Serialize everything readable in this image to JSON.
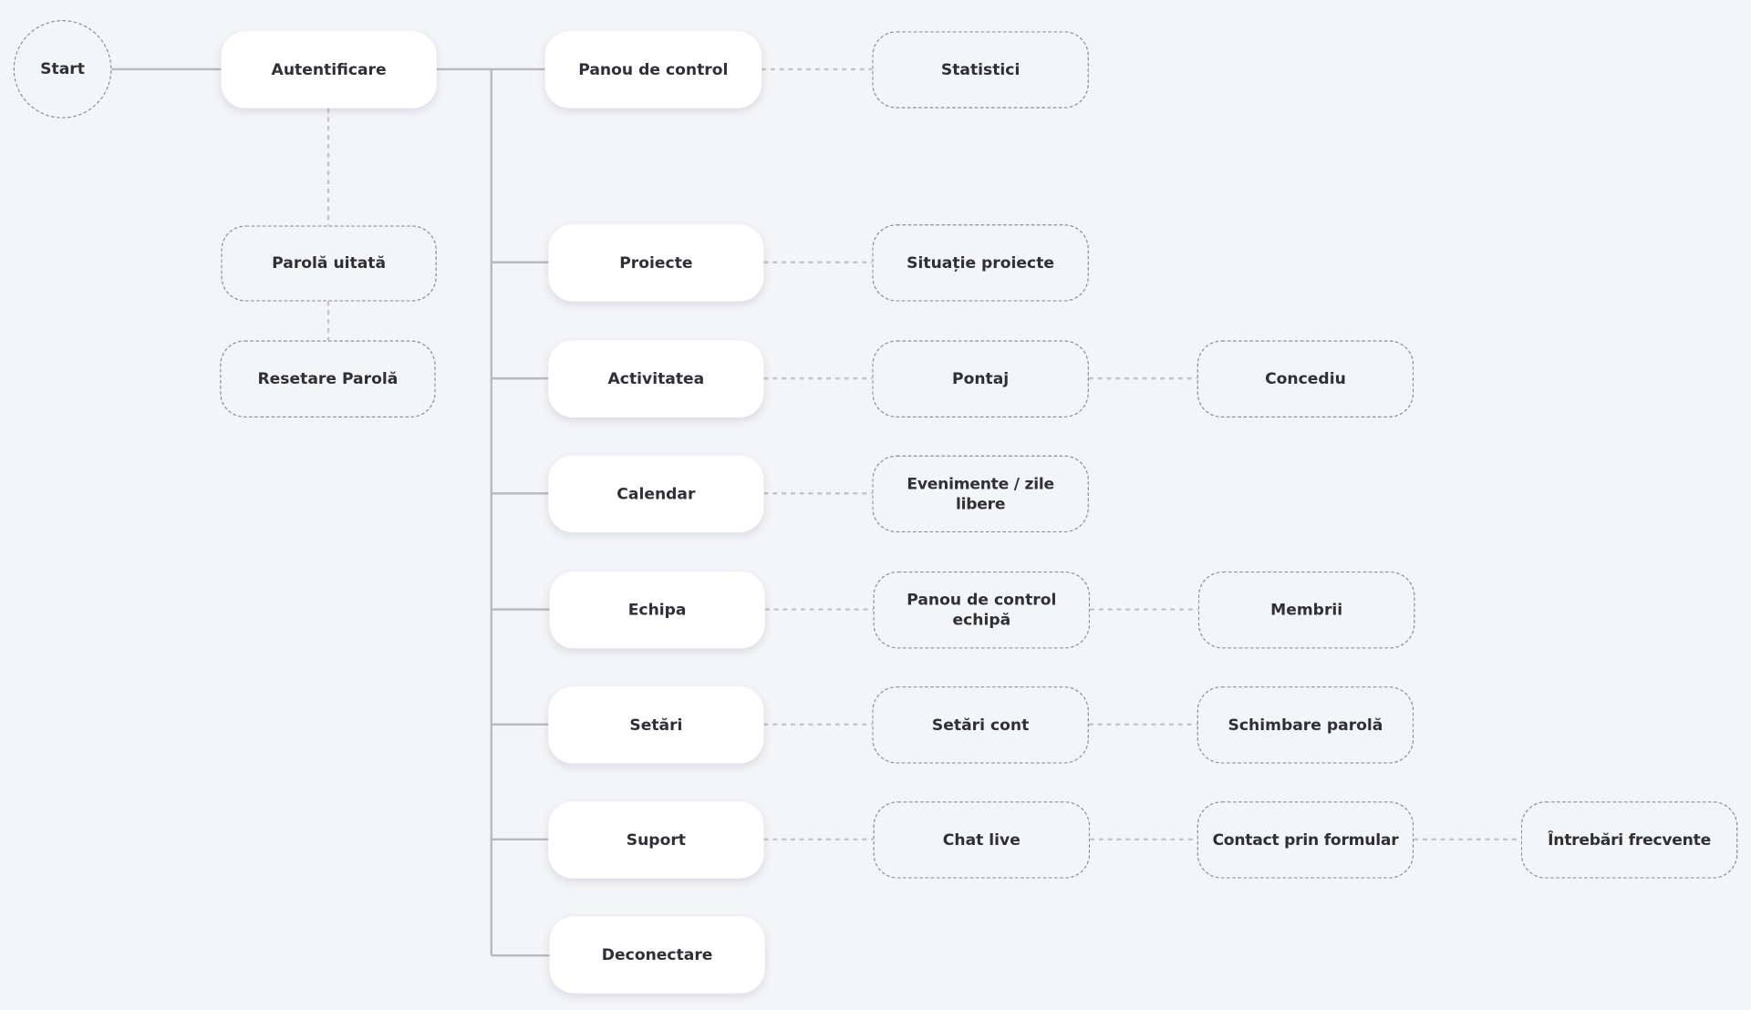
{
  "colors": {
    "background": "#f4f5f9",
    "node_fill": "#ffffff",
    "solid_line": "#b9bac0",
    "dashed_line": "#c4c5cb",
    "dashed_border": "#8c8d94",
    "text": "#2f2f36"
  },
  "nodes": {
    "start": "Start",
    "autentificare": "Autentificare",
    "parola_uitata": "Parolă uitată",
    "resetare_parola": "Resetare Parolă",
    "panou_control": "Panou de control",
    "statistici": "Statistici",
    "proiecte": "Proiecte",
    "situatie_proiecte": "Situație proiecte",
    "activitatea": "Activitatea",
    "pontaj": "Pontaj",
    "concediu": "Concediu",
    "calendar": "Calendar",
    "evenimente": "Evenimente / zile libere",
    "echipa": "Echipa",
    "panou_control_echipa": "Panou de control echipă",
    "membrii": "Membrii",
    "setari": "Setări",
    "setari_cont": "Setări cont",
    "schimbare_parola": "Schimbare parolă",
    "suport": "Suport",
    "chat_live": "Chat live",
    "contact_formular": "Contact prin formular",
    "intrebari_frecvente": "Întrebări frecvente",
    "deconectare": "Deconectare"
  }
}
